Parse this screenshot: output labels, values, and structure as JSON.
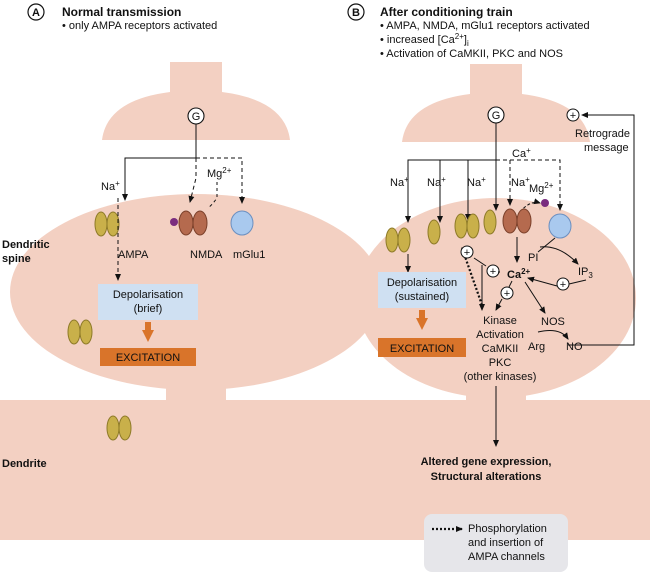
{
  "panel_a": {
    "badge": "A",
    "title": "Normal transmission",
    "bullets": [
      "• only AMPA receptors activated"
    ],
    "glutamate": "G",
    "ion_na": "Na",
    "ion_na_sup": "+",
    "ion_mg": "Mg",
    "ion_mg_sup": "2+",
    "receptor_ampa": "AMPA",
    "receptor_nmda": "NMDA",
    "receptor_mglu": "mGlu1",
    "depol_line1": "Depolarisation",
    "depol_line2": "(brief)",
    "excitation": "EXCITATION"
  },
  "panel_b": {
    "badge": "B",
    "title": "After conditioning train",
    "bullet1": "• AMPA, NMDA, mGlu1 receptors activated",
    "bullet2_pre": "• increased [Ca",
    "bullet2_sup": "2+",
    "bullet2_post": "]",
    "bullet2_sub": "i",
    "bullet3": "• Activation of CaMKII, PKC and NOS",
    "glutamate": "G",
    "retro_line1": "Retrograde",
    "retro_line2": "message",
    "plus": "+",
    "ca_label": "Ca",
    "ca_sup": "+",
    "na": "Na",
    "na_sup": "+",
    "mg": "Mg",
    "mg_sup": "2+",
    "ca2_main": "Ca",
    "ca2_sup": "2+",
    "pi": "PI",
    "ip3": "IP",
    "ip3_sub": "3",
    "depol_line1": "Depolarisation",
    "depol_line2": "(sustained)",
    "excitation": "EXCITATION",
    "kinase_lines": [
      "Kinase",
      "Activation",
      "CaMKII",
      "PKC",
      "(other kinases)"
    ],
    "nos": "NOS",
    "arg": "Arg",
    "no": "NO",
    "gene_line1": "Altered gene expression,",
    "gene_line2": "Structural alterations"
  },
  "side_labels": {
    "spine_line1": "Dendritic",
    "spine_line2": "spine",
    "dendrite": "Dendrite"
  },
  "legend": {
    "lines": [
      "Phosphorylation",
      "and insertion of",
      "AMPA channels"
    ]
  },
  "colors": {
    "spine_fill": "#f3d0c2",
    "ampa": "#c9b04a",
    "nmda": "#b56a4e",
    "mglu": "#a9c9ee",
    "depol_box": "#cfe0f2",
    "excitation_box": "#d9742a",
    "mg_dot": "#7a2c7e",
    "legend_box": "#e6e6ea"
  }
}
